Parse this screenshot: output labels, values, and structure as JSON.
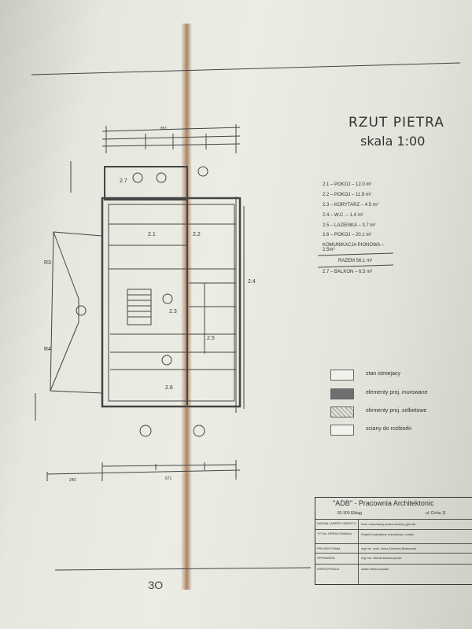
{
  "drawing": {
    "title": "RZUT PIETRA",
    "scale": "skala 1:00",
    "rooms": [
      {
        "label": "2.1 – POKOJ – 12.0 m²"
      },
      {
        "label": "2.2 – POKOJ – 11.9 m²"
      },
      {
        "label": "2.3 – KORYTARZ – 4.5 m²"
      },
      {
        "label": "2.4 – W.C. – 1.4 m²"
      },
      {
        "label": "2.5 – LAZIENKA – 3.7 m²"
      },
      {
        "label": "2.6 – POKOJ – 20.1 m²"
      },
      {
        "label": "KOMUNIKACJA PIONOWA – 2.5m²"
      }
    ],
    "total": "RAZEM 56.1 m²",
    "balcony": "2.7 – BALKON – 6.5 m²",
    "legend": [
      {
        "label": "stan istniejacy"
      },
      {
        "label": "elementy proj. murowane"
      },
      {
        "label": "elementy proj. zelbetowe"
      },
      {
        "label": "sciany do rozbiorki"
      }
    ],
    "plan_labels": {
      "room_2_1": "2.1",
      "room_2_2": "2.2",
      "room_2_3": "2.3",
      "room_2_4": "2.4",
      "room_2_5": "2.5",
      "room_2_6": "2.6",
      "room_2_7": "2.7",
      "r3": "R3",
      "r4": "R4",
      "dim_top": "851",
      "dim_bottom": "671",
      "dim_left": "240"
    }
  },
  "title_block": {
    "company": "\"ADB\" - Pracownia Architektonic",
    "city": "82-300 Elbląg",
    "street": "ul. Cicha 11",
    "rows": [
      {
        "label": "NAZWA I ADRES OBIEKTU",
        "value": "Dom mieszkalny jednorodzinny (pd bliz"
      },
      {
        "label": "TYTUŁ OPRACOWANIA",
        "value": "Projekt budowlany rozbudowy i nadbu"
      },
      {
        "label": "PROJEKTOWAŁ",
        "value": "mgr inż. arch. Anna Derecka-Barszczak"
      },
      {
        "label": "SPRAWDZIŁ",
        "value": "mgr inż. Michał Barszczynski"
      },
      {
        "label": "WSPÓŁPRACA",
        "value": "Adam Barszczynski"
      }
    ]
  },
  "page_mark": "ЗО"
}
